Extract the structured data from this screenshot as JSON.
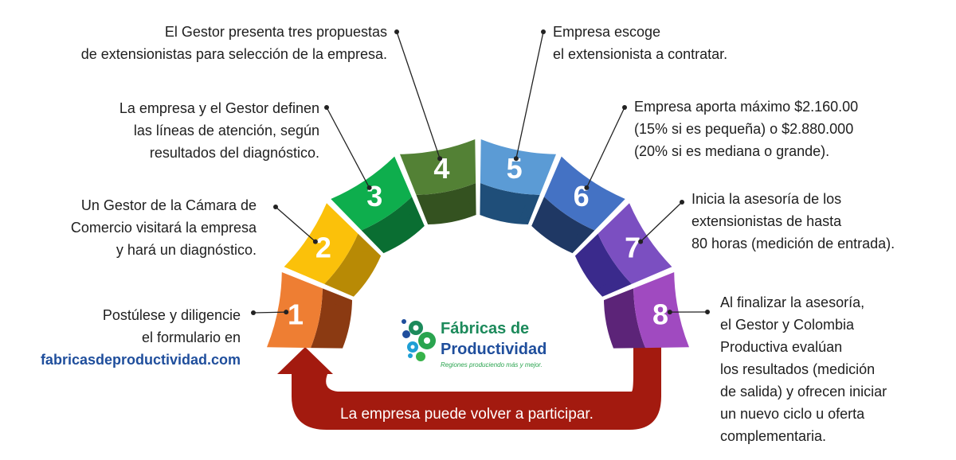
{
  "steps": [
    {
      "num": "1",
      "color": "#EE7E33",
      "dark": "#8B3A12",
      "text": [
        "Postúlese y diligencie",
        "el formulario en"
      ],
      "link": "fabricasdeproductividad.com"
    },
    {
      "num": "2",
      "color": "#FBC10A",
      "dark": "#B88A05",
      "text": [
        "Un Gestor de la Cámara de",
        "Comercio visitará la empresa",
        "y hará un diagnóstico."
      ]
    },
    {
      "num": "3",
      "color": "#0EAE4D",
      "dark": "#0A6E32",
      "text": [
        "La empresa y el Gestor definen",
        "las líneas de atención, según",
        "resultados del diagnóstico."
      ]
    },
    {
      "num": "4",
      "color": "#538135",
      "dark": "#345220",
      "text": [
        "El Gestor presenta tres propuestas",
        "de extensionistas para selección de la  empresa."
      ]
    },
    {
      "num": "5",
      "color": "#5B9BD5",
      "dark": "#1F4E79",
      "text": [
        "Empresa escoge",
        "el extensionista a contratar."
      ]
    },
    {
      "num": "6",
      "color": "#4472C4",
      "dark": "#1F3864",
      "text": [
        "Empresa aporta máximo $2.160.00",
        "(15% si es pequeña) o $2.880.000",
        "(20% si es mediana o grande)."
      ]
    },
    {
      "num": "7",
      "color": "#7B4FC1",
      "dark": "#3A2A8C",
      "text": [
        "Inicia la asesoría de los",
        "extensionistas de hasta",
        "80 horas (medición  de entrada)."
      ]
    },
    {
      "num": "8",
      "color": "#A04AC0",
      "dark": "#5C2478",
      "text": [
        "Al finalizar la asesoría,",
        "el Gestor y Colombia",
        "Productiva evalúan",
        "los resultados (medición",
        "de salida) y ofrecen iniciar",
        "un nuevo ciclo u oferta",
        "complementaria."
      ]
    }
  ],
  "return_label": "La empresa puede volver a participar.",
  "logo": {
    "title_line1": "Fábricas de",
    "title_line2": "Productividad",
    "tagline": "Regiones produciendo más y mejor."
  },
  "colors": {
    "arrow": "#A31A0F",
    "text": "#1e1e1e",
    "link": "#1f4e9c"
  }
}
